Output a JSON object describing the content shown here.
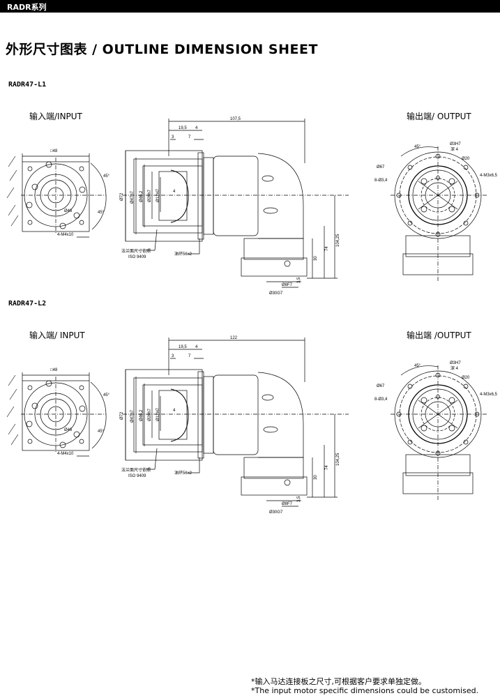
{
  "header": {
    "series": "RADR系列"
  },
  "title": "外形尺寸图表 / OUTLINE DIMENSION SHEET",
  "sections": [
    {
      "model": "RADR47-L1",
      "input_label": "输入端/INPUT",
      "output_label": "输出端/ OUTPUT",
      "length": "107,5"
    },
    {
      "model": "RADR47-L2",
      "input_label": "输入端/ INPUT",
      "output_label": "输出端 /OUTPUT",
      "length": "122"
    }
  ],
  "dims": {
    "sq": "□48",
    "ang1": "45°",
    "ang2": "45°",
    "pcd": "Ø46",
    "thread": "4-M4x10",
    "d19": "19,5",
    "d4": "4",
    "d3": "3",
    "d7": "7",
    "d72": "Ø72",
    "d47": "Ø47h7",
    "d462": "Ø46,2",
    "d28": "Ø28h7",
    "d12": "Ø12H7",
    "d4b": "4",
    "flange_note": "法兰面尺寸依照",
    "iso": "ISO 9409",
    "oring": "油环56x2",
    "d104": "104,25",
    "d74": "74",
    "d30": "30",
    "d8f7": "Ø8F7",
    "d35": "3,5",
    "d30g7": "Ø30G7",
    "o45": "45°",
    "o3h7": "Ø3H7",
    "odeep": "深 4",
    "o20": "Ø20",
    "o67": "Ø67",
    "om3": "4-M3x6,5",
    "o34": "8-Ø3,4"
  },
  "notes": [
    "*输入马达连接板之尺寸,可根据客户要求单独定做。",
    "*The input motor specific dimensions could be customised."
  ]
}
